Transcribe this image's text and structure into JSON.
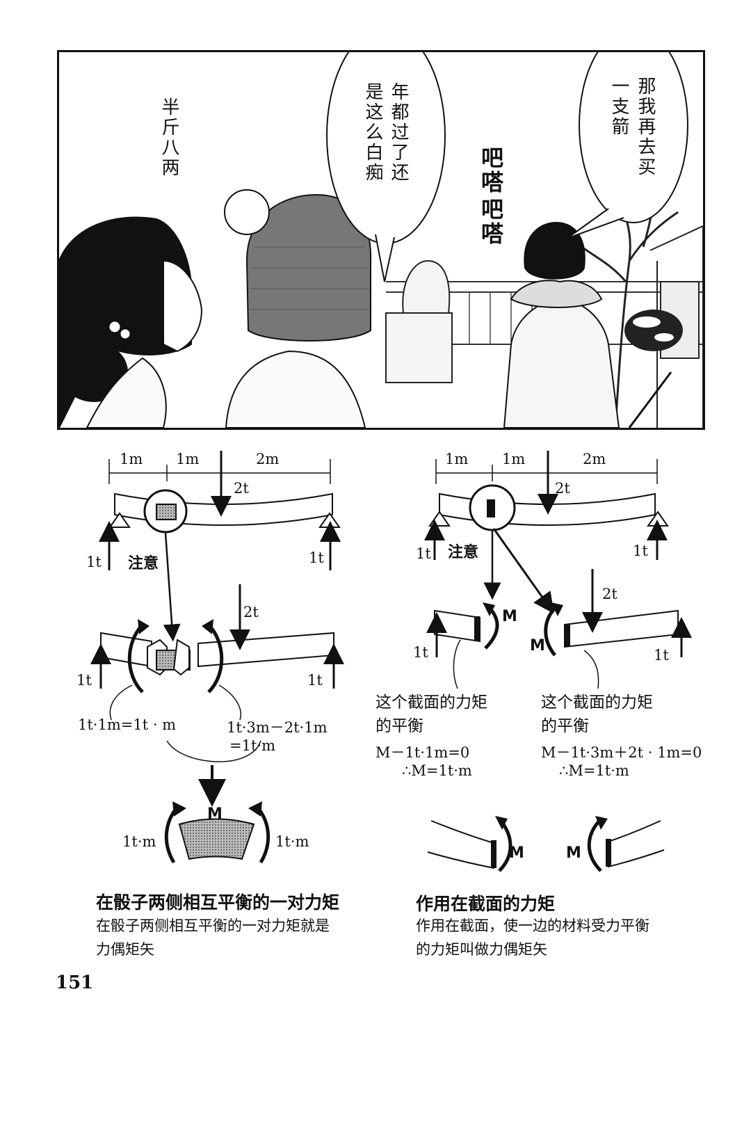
{
  "comic": {
    "text_left": "半斤八两",
    "bubble_middle": [
      "年都过了还",
      "是这么白痴"
    ],
    "sfx": [
      "吧嗒",
      "吧嗒"
    ],
    "bubble_right": [
      "那我再去买",
      "一支箭"
    ]
  },
  "left_diagram": {
    "dim_1": "1m",
    "dim_2": "1m",
    "dim_3": "2m",
    "load_top": "2t",
    "reaction_left": "1t",
    "reaction_right": "1t",
    "note": "注意",
    "load_mid": "2t",
    "reaction_left_mid": "1t",
    "reaction_right_mid": "1t",
    "eq_left": "1t·1m=1t · m",
    "eq_right_1": "1t·3m－2t·1m",
    "eq_right_2": "=1t·m",
    "moment_label": "M",
    "moment_left": "1t·m",
    "moment_right": "1t·m",
    "heading": "在骰子两侧相互平衡的一对力矩",
    "desc_1": "在骰子两侧相互平衡的一对力矩就是",
    "desc_2": "力偶矩矢"
  },
  "right_diagram": {
    "dim_1": "1m",
    "dim_2": "1m",
    "dim_3": "2m",
    "load_top": "2t",
    "reaction_left": "1t",
    "reaction_right": "1t",
    "note": "注意",
    "load_mid": "2t",
    "m_left": "M",
    "m_right": "M",
    "reaction_left_mid": "1t",
    "reaction_right_mid": "1t",
    "sec_left_1": "这个截面的力矩",
    "sec_left_2": "的平衡",
    "sec_right_1": "这个截面的力矩",
    "sec_right_2": "的平衡",
    "eq_left_1": "M－1t·1m=0",
    "eq_left_2": "∴M=1t·m",
    "eq_right_1": "M－1t·3m＋2t · 1m=0",
    "eq_right_2": "∴M=1t·m",
    "m_bottom_left": "M",
    "m_bottom_right": "M",
    "heading": "作用在截面的力矩",
    "desc_1": "作用在截面，使一边的材料受力平衡",
    "desc_2": "的力矩叫做力偶矩矢"
  },
  "page_number": "151"
}
